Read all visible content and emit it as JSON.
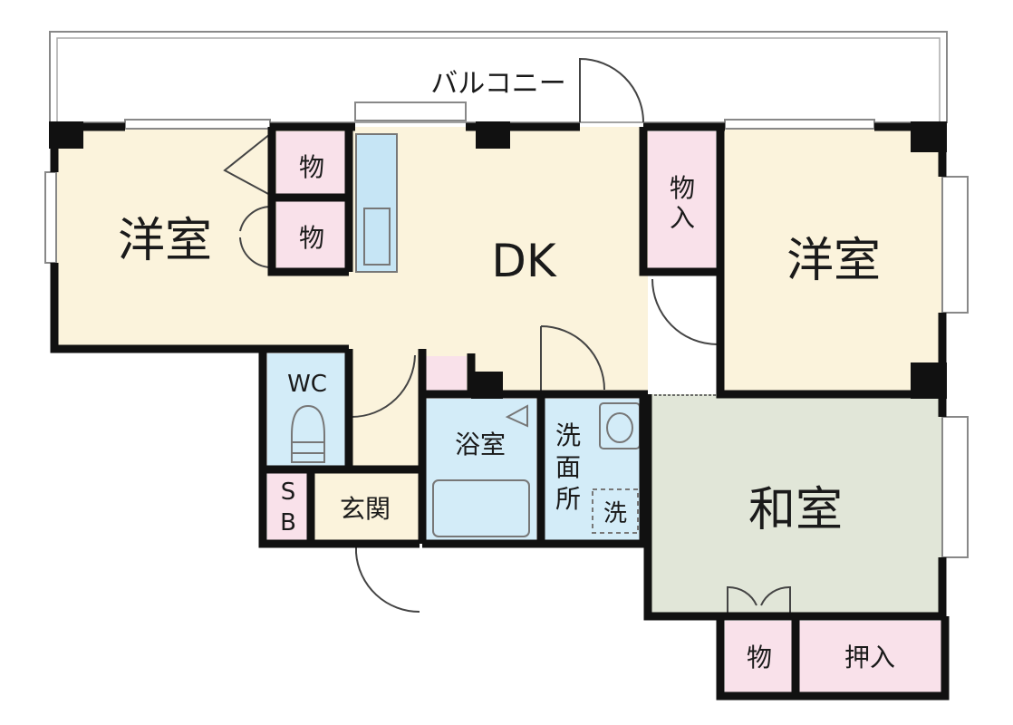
{
  "labels": {
    "balcony": "バルコニー",
    "western_room_left": "洋室",
    "western_room_right": "洋室",
    "dk": "DK",
    "japanese_room": "和室",
    "storage_top": "物",
    "storage_mid": "物",
    "storage_entry_line1": "物",
    "storage_entry_line2": "入",
    "wc": "WC",
    "bathroom": "浴室",
    "washroom_line1": "洗",
    "washroom_line2": "面",
    "washroom_line3": "所",
    "washer": "洗",
    "shoe_box_line1": "S",
    "shoe_box_line2": "B",
    "entrance": "玄関",
    "storage_bottom": "物",
    "closet": "押入"
  },
  "colors": {
    "wall": "#111111",
    "wood_floor": "#fbf3dc",
    "storage": "#f9e1ea",
    "wet_area": "#d3ecf8",
    "tatami": "#e1e6d8",
    "outline": "#888888"
  }
}
